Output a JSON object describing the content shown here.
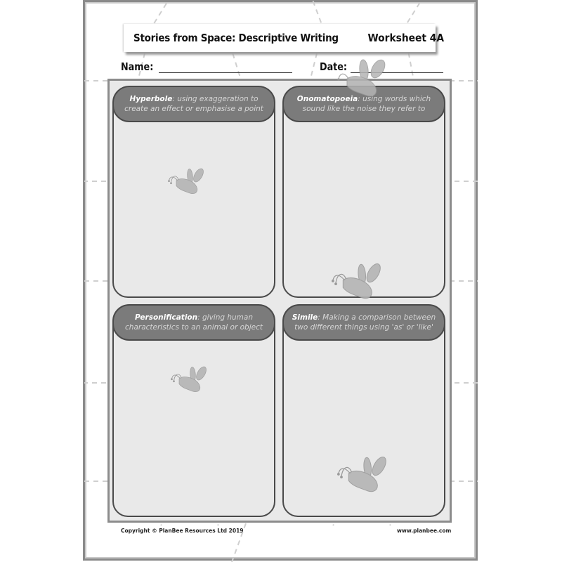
{
  "worksheet": {
    "title": "Stories from Space: Descriptive Writing",
    "code": "Worksheet 4A",
    "fields": {
      "name_label": "Name:",
      "date_label": "Date:"
    },
    "panels": [
      {
        "term": "Hyperbole",
        "definition": ": using exaggeration to create an effect or emphasise a point"
      },
      {
        "term": "Onomatopoeia",
        "definition": ": using words which sound like the noise they refer to"
      },
      {
        "term": "Personification",
        "definition": ": giving human characteristics to an animal or object"
      },
      {
        "term": "Simile",
        "definition": ": Making a comparison between two different things using 'as' or 'like'"
      }
    ],
    "footer": {
      "copyright": "Copyright © PlanBee Resources Ltd 2019",
      "website": "www.planbee.com"
    },
    "decorations": [
      "bee-icon",
      "bee-icon",
      "bee-icon",
      "bee-icon",
      "bee-icon"
    ],
    "colors": {
      "frame": "#8c8c8c",
      "pill": "#7b7b7b",
      "panel_border": "#4a4a4a",
      "frame_fill": "#e9e9e9",
      "bee": "#b4b4b4"
    }
  }
}
